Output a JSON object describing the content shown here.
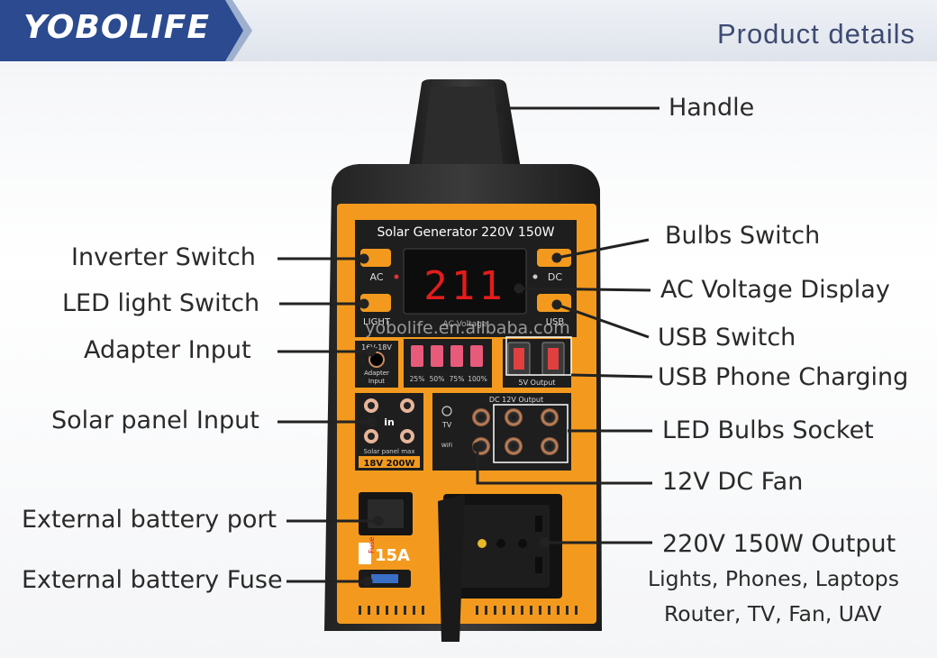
{
  "header": {
    "brand": "YOBOLIFE",
    "title": "Product details"
  },
  "device": {
    "panel_title": "Solar Generator 220V 150W",
    "display_value": "211",
    "ac_label": "AC",
    "dc_label": "DC",
    "light_label": "LIGHT",
    "usb_label": "USB",
    "ac_voltage_label": "AC Voltage",
    "adapter_range": "16V-18V",
    "adapter_label_1": "Adapter",
    "adapter_label_2": "Input",
    "battery_levels": [
      "25%",
      "50%",
      "75%",
      "100%"
    ],
    "usb_output_label": "5V Output",
    "solar_in_label": "in",
    "solar_max_label": "Solar panel max",
    "solar_rating": "18V 200W",
    "dc_output_label": "DC 12V Output",
    "tv_label": "TV",
    "wifi_label": "WiFi",
    "fuse_label": "Fuse",
    "fuse_value": "15A",
    "watermark": "yobolife.en.alibaba.com"
  },
  "labels_left": {
    "inverter_switch": "Inverter Switch",
    "led_light_switch": "LED light Switch",
    "adapter_input": "Adapter Input",
    "solar_panel_input": "Solar panel Input",
    "external_battery_port": "External battery port",
    "external_battery_fuse": "External battery Fuse"
  },
  "labels_right": {
    "handle": "Handle",
    "bulbs_switch": "Bulbs Switch",
    "ac_voltage_display": "AC Voltage Display",
    "usb_switch": "USB Switch",
    "usb_phone_charging": "USB Phone Charging",
    "led_bulbs_socket": "LED Bulbs Socket",
    "dc_fan": "12V DC Fan",
    "output": "220V 150W Output",
    "output_uses_1": "Lights, Phones, Laptops",
    "output_uses_2": "Router, TV, Fan, UAV"
  },
  "colors": {
    "brand_blue": "#2b4a8f",
    "device_orange": "#f39a1e",
    "display_red": "#e41c1c",
    "title_blue": "#3d4a72"
  }
}
